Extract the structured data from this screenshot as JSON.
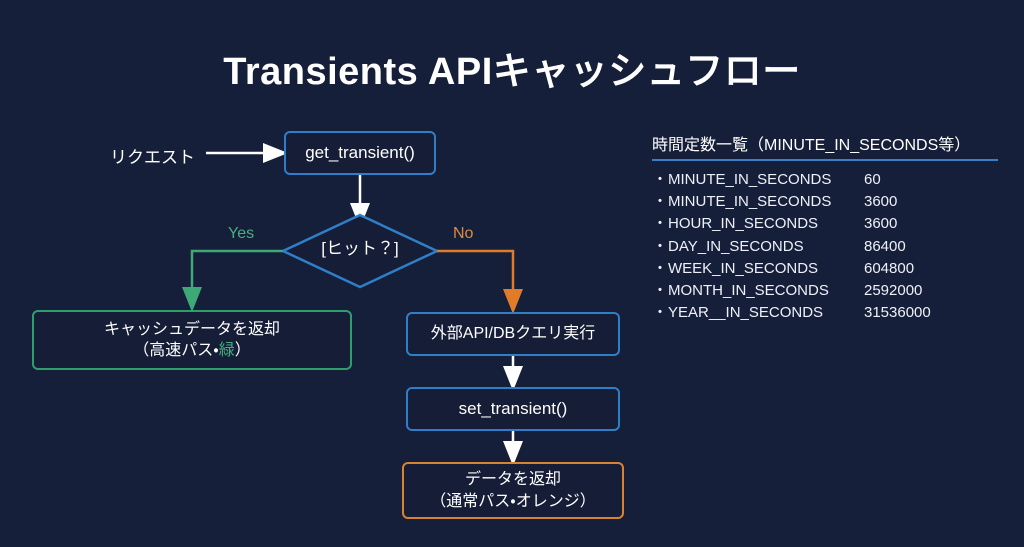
{
  "page": {
    "title": "Transients APIキャッシュフロー",
    "background_color": "#161f3a"
  },
  "colors": {
    "blue": "#2f7fc8",
    "green": "#2e9e6b",
    "orange": "#d9822f",
    "white": "#ffffff",
    "yes_label": "#45b07d",
    "no_label": "#e08a3c",
    "legend_rule": "#3a7fc4"
  },
  "flow": {
    "entry_label": "リクエスト",
    "nodes": {
      "get_transient": {
        "label": "get_transient()",
        "color": "blue"
      },
      "decision": {
        "label": "[ヒット？]",
        "color": "blue"
      },
      "cache_return": {
        "line1": "キャッシュデータを返却",
        "line2_prefix": "（高速パス・",
        "line2_accent": "緑",
        "line2_suffix": "）",
        "color": "green"
      },
      "external_query": {
        "label": "外部API/DBクエリ実行",
        "color": "blue"
      },
      "set_transient": {
        "label": "set_transient()",
        "color": "blue"
      },
      "data_return": {
        "line1": "データを返却",
        "line2": "（通常パス・オレンジ）",
        "color": "orange"
      }
    },
    "branches": {
      "yes": "Yes",
      "no": "No"
    }
  },
  "legend": {
    "title": "時間定数一覧（MINUTE_IN_SECONDS等）",
    "bullet": "・",
    "rows": [
      {
        "name": "MINUTE_IN_SECONDS",
        "value": "60"
      },
      {
        "name": "MINUTE_IN_SECONDS",
        "value": "3600"
      },
      {
        "name": "HOUR_IN_SECONDS",
        "value": "3600"
      },
      {
        "name": "DAY_IN_SECONDS",
        "value": "86400"
      },
      {
        "name": "WEEK_IN_SECONDS",
        "value": "604800"
      },
      {
        "name": "MONTH_IN_SECONDS",
        "value": "2592000"
      },
      {
        "name": "YEAR__IN_SECONDS",
        "value": "31536000"
      }
    ]
  }
}
